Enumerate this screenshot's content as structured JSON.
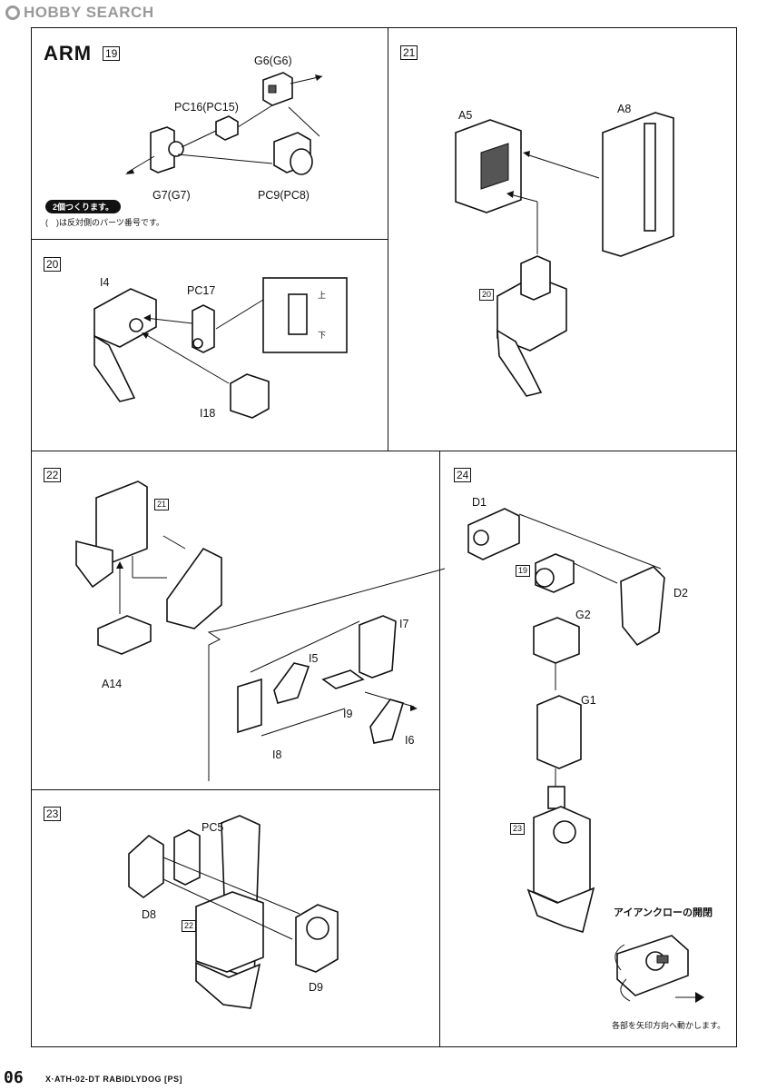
{
  "watermark": {
    "text": "HOBBY SEARCH"
  },
  "page": {
    "number": "06",
    "product_title": "X·ATH-02-DT RABIDLYDOG [PS]"
  },
  "heading": "ARM",
  "steps": {
    "s19": {
      "num": "19",
      "labels": {
        "g6": "G6(G6)",
        "pc16": "PC16(PC15)",
        "g7": "G7(G7)",
        "pc9": "PC9(PC8)"
      },
      "badge": "2個つくります。",
      "note": "(　)は反対側のパーツ番号です。"
    },
    "s20": {
      "num": "20",
      "labels": {
        "i4": "I4",
        "pc17": "PC17",
        "i18": "I18",
        "up": "上",
        "down": "下"
      }
    },
    "s21": {
      "num": "21",
      "labels": {
        "a5": "A5",
        "a8": "A8",
        "ref": "20"
      }
    },
    "s22": {
      "num": "22",
      "labels": {
        "a14": "A14",
        "i5": "I5",
        "i7": "I7",
        "i9": "I9",
        "i8": "I8",
        "i6": "I6",
        "ref": "21"
      }
    },
    "s23": {
      "num": "23",
      "labels": {
        "pc5": "PC5",
        "d8": "D8",
        "d9": "D9",
        "ref": "22"
      }
    },
    "s24": {
      "num": "24",
      "labels": {
        "d1": "D1",
        "d2": "D2",
        "g2": "G2",
        "g1": "G1",
        "ref19": "19",
        "ref23": "23"
      },
      "claw_title": "アイアンクローの開閉",
      "claw_note": "各部を矢印方向へ動かします。"
    }
  }
}
